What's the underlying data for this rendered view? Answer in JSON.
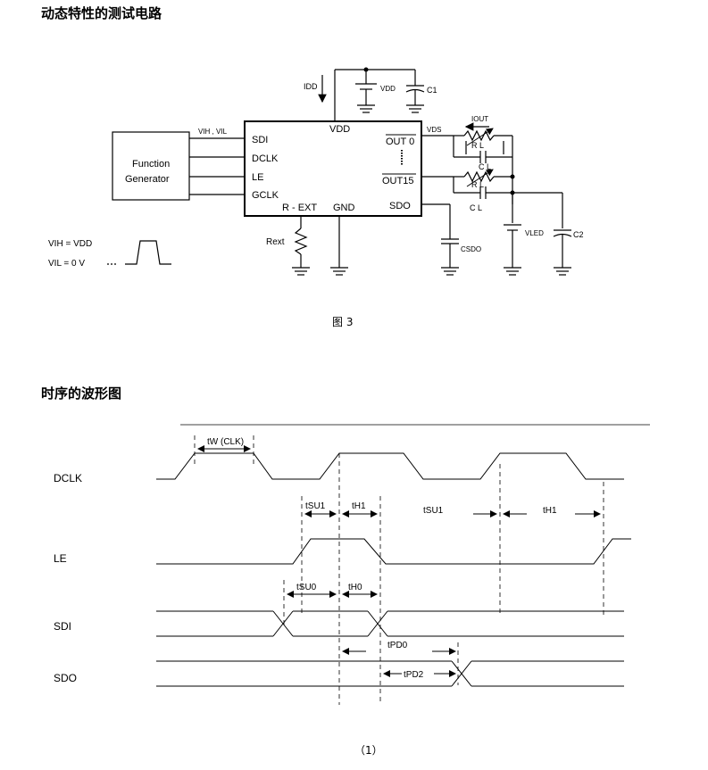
{
  "section1": {
    "title": "动态特性的测试电路",
    "caption": "图 3"
  },
  "section2": {
    "title": "时序的波形图",
    "caption": "（1）"
  },
  "circuit": {
    "function_generator": [
      "Function",
      "Generator"
    ],
    "chip_left_pins": [
      "SDI",
      "DCLK",
      "LE",
      "GCLK"
    ],
    "chip_top_pin": "VDD",
    "chip_bottom_pins": [
      "R - EXT",
      "GND"
    ],
    "chip_right_pins": {
      "out0": "OUT 0",
      "out15": "OUT15",
      "sdo": "SDO"
    },
    "input_label": "VIH , VIL",
    "vih": "VIH = VDD",
    "vil": "VIL = 0 V",
    "idd": "IDD",
    "vdd_source": "VDD",
    "c1": "C1",
    "vds": "VDS",
    "iout": "IOUT",
    "rl": "R L",
    "cl": "C L",
    "rext": "Rext",
    "csdo": "CSDO",
    "vled": "VLED",
    "c2": "C2"
  },
  "timing": {
    "signals": [
      "DCLK",
      "LE",
      "SDI",
      "SDO"
    ],
    "tw_clk": "tW (CLK)",
    "tsu1": "tSU1",
    "th1": "tH1",
    "tsu0": "tSU0",
    "th0": "tH0",
    "tpd0": "tPD0",
    "tpd2": "tPD2"
  }
}
